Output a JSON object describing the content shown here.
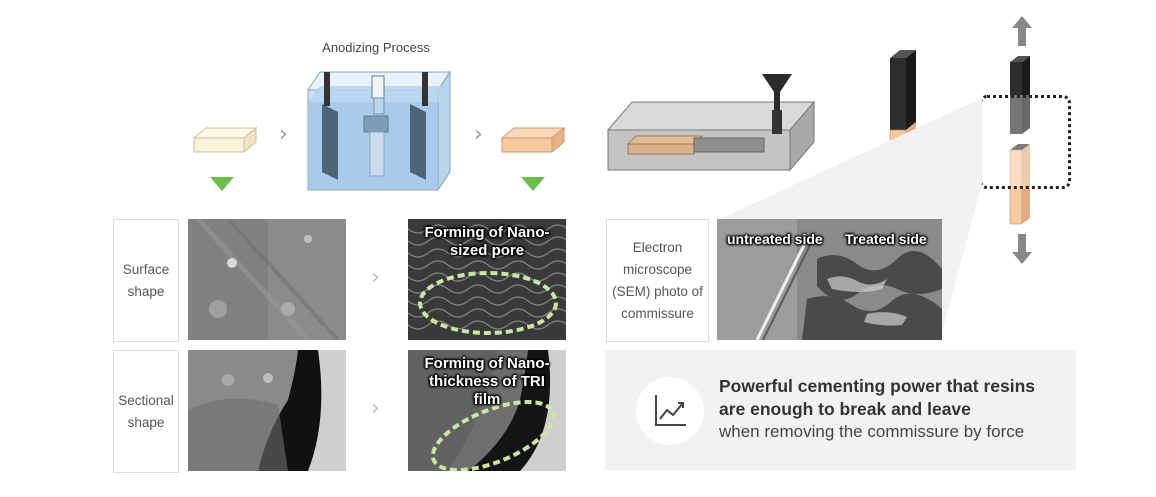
{
  "process_title": "Anodizing Process",
  "rows": [
    {
      "label": "Surface shape",
      "overlay": "Forming of Nano-sized pore"
    },
    {
      "label": "Sectional shape",
      "overlay": "Forming of Nano-thickness of TRI film"
    }
  ],
  "sem": {
    "label": "Electron microscope (SEM) photo of commissure",
    "left_tag": "untreated side",
    "right_tag": "Treated side"
  },
  "result": {
    "line1": "Powerful cementing power that resins",
    "line2": "are enough to break and leave",
    "line3": "when removing the commissure by force",
    "icon": "line-chart-up-icon"
  },
  "colors": {
    "untreated_plate": "#fbf3d8",
    "treated_plate": "#f6c9a0",
    "down_arrow": "#6abf4b",
    "tank_water": "#9cc3e6"
  }
}
